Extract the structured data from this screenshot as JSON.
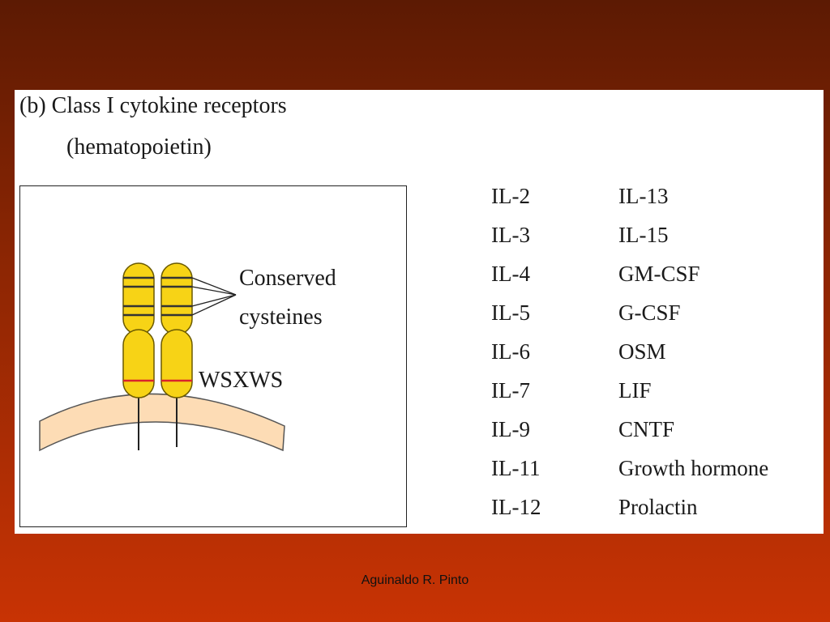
{
  "slide": {
    "title": "(b) Class I cytokine receptors",
    "subtitle": "(hematopoietin)",
    "footer": "Aguinaldo R. Pinto"
  },
  "diagram": {
    "label_conserved_1": "Conserved",
    "label_conserved_2": "cysteines",
    "label_motif": "WSXWS",
    "colors": {
      "domain_fill": "#f7d316",
      "domain_stroke": "#6b5a00",
      "motif_line": "#d9242b",
      "membrane_fill": "#fddcb5",
      "membrane_stroke": "#555555"
    }
  },
  "cytokines": [
    {
      "a": "IL-2",
      "b": "IL-13"
    },
    {
      "a": "IL-3",
      "b": "IL-15"
    },
    {
      "a": "IL-4",
      "b": "GM-CSF"
    },
    {
      "a": "IL-5",
      "b": "G-CSF"
    },
    {
      "a": "IL-6",
      "b": "OSM"
    },
    {
      "a": "IL-7",
      "b": "LIF"
    },
    {
      "a": "IL-9",
      "b": "CNTF"
    },
    {
      "a": "IL-11",
      "b": "Growth hormone"
    },
    {
      "a": "IL-12",
      "b": "Prolactin"
    }
  ]
}
